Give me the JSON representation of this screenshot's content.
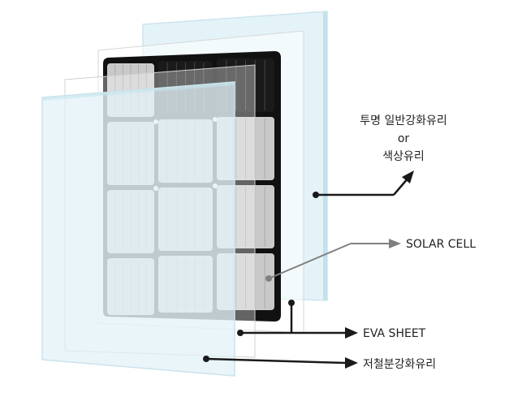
{
  "labels": {
    "back_glass_line1": "투명 일반강화유리",
    "back_glass_line2": "or",
    "back_glass_line3": "색상유리",
    "solar_cell": "SOLAR CELL",
    "eva_sheet": "EVA SHEET",
    "front_glass": "저철분강화유리"
  },
  "colors": {
    "glass_fill": "#e6f4f8",
    "glass_edge": "#cfe6ee",
    "cell_frame": "#111111",
    "cell_gray": "#c9c9c9",
    "arrow_dark": "#1a1a1a",
    "arrow_gray": "#808080",
    "text": "#222222"
  }
}
